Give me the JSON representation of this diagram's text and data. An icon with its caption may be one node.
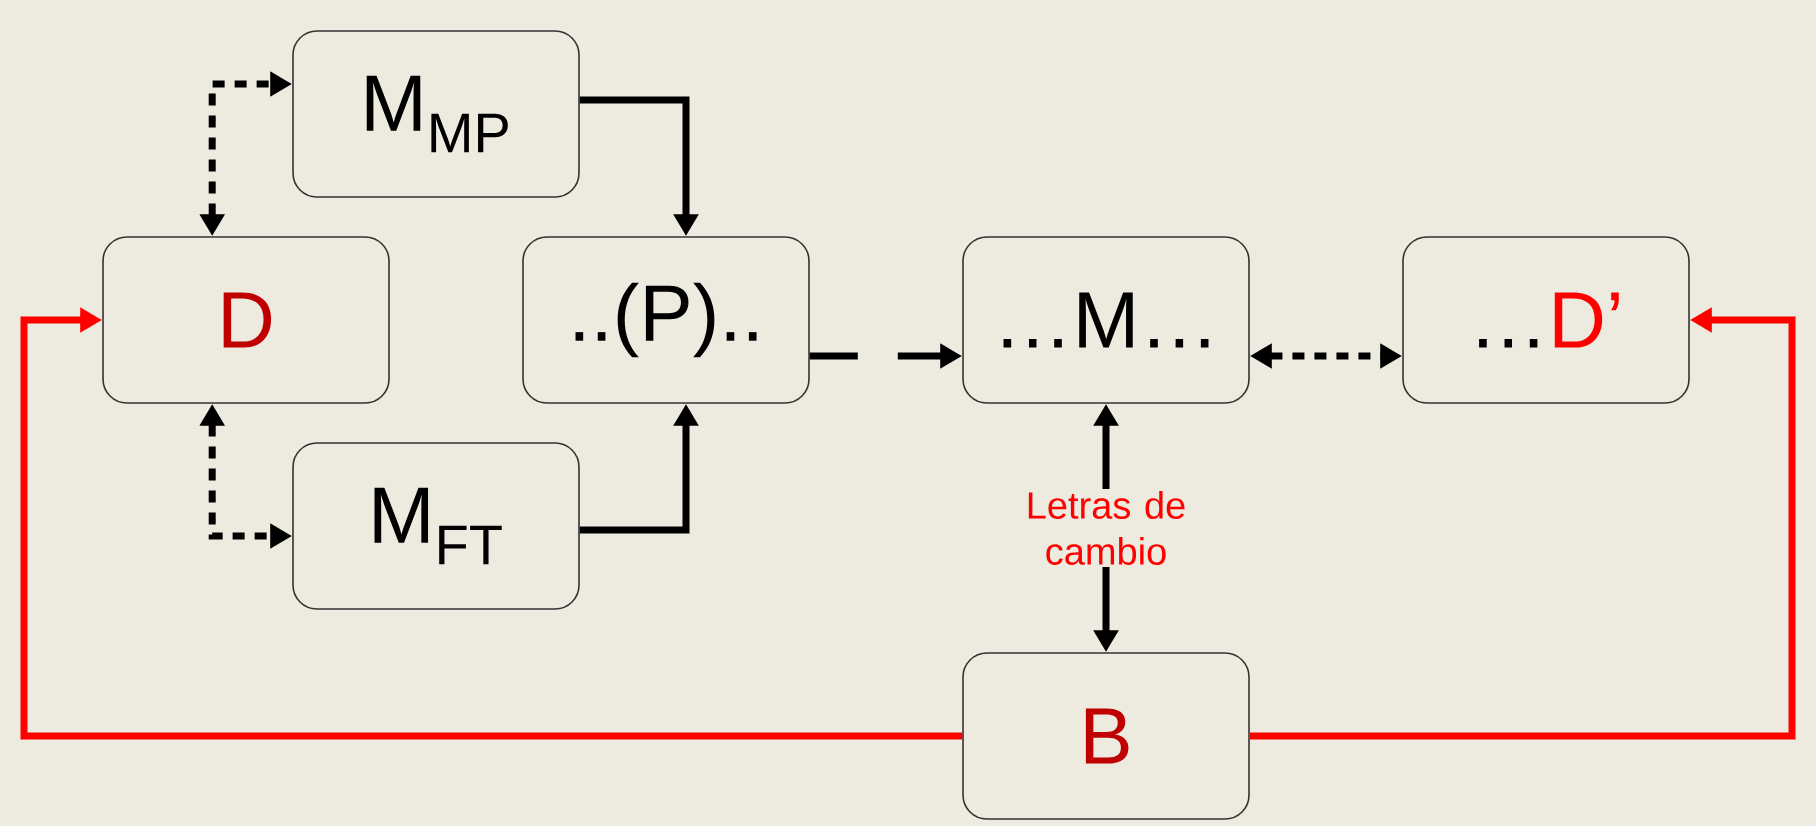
{
  "diagram": {
    "nodes": [
      {
        "text": [
          "M$_{MP}$"
        ]
      },
      {
        "text": [
          "D"
        ]
      },
      {
        "text": [
          "..(P).."
        ]
      },
      {
        "text": [
          "M$_{FT}$"
        ]
      },
      {
        "text": [
          "…M…"
        ]
      },
      {
        "text": [
          "…",
          "D’"
        ]
      },
      {
        "text": [
          "B"
        ]
      }
    ],
    "edges": [
      {
        "from": 1,
        "to": 0,
        "arrow": "both",
        "style": "dashed"
      },
      {
        "from": 1,
        "to": 3,
        "arrow": "both",
        "style": "dashed"
      },
      {
        "from": 0,
        "to": 2,
        "arrow": "to"
      },
      {
        "from": 3,
        "to": 2,
        "arrow": "to"
      },
      {
        "from": 2,
        "to": 4,
        "arrow": "to",
        "style": "dashed"
      },
      {
        "from": 4,
        "to": 5,
        "arrow": "both",
        "style": "dashed"
      },
      {
        "from": 4,
        "to": 6,
        "arrow": "both",
        "label": "Letras de cambio"
      },
      {
        "from": 6,
        "to": 1,
        "arrow": "to",
        "color": "#ff0000"
      },
      {
        "from": 6,
        "to": 5,
        "arrow": "to",
        "color": "#ff0000"
      }
    ]
  }
}
